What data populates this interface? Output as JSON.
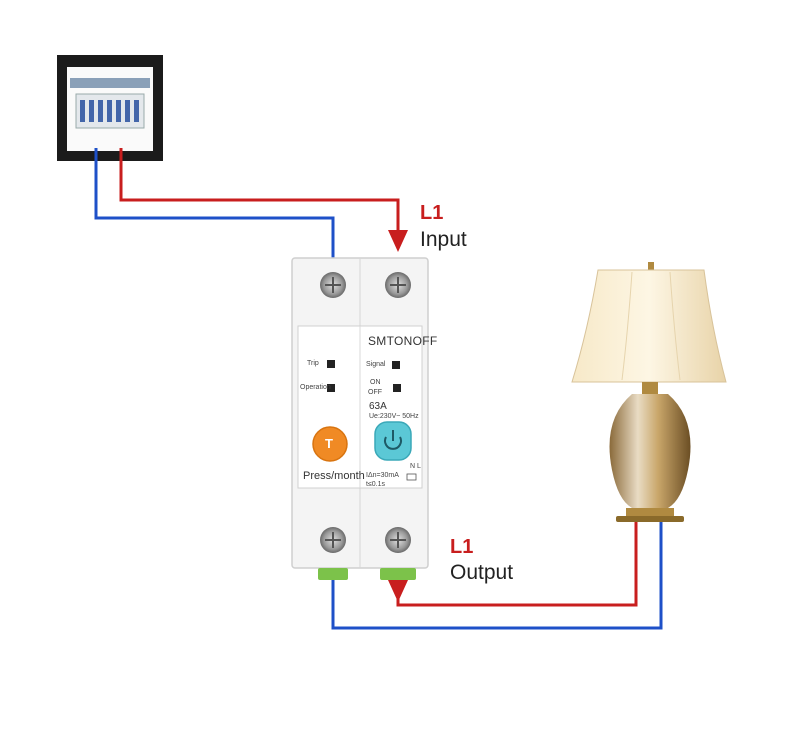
{
  "labels": {
    "input_line": "L1",
    "input_text": "Input",
    "output_line": "L1",
    "output_text": "Output"
  },
  "device": {
    "brand": "SMTONOFF",
    "trip": "Trip",
    "operation": "Operation",
    "signal": "Signal",
    "on": "ON",
    "off": "OFF",
    "rating": "63A",
    "voltage": "Ue:230V~ 50Hz",
    "test_button": "T",
    "press_note": "Press/month",
    "leakage": "IΔn=30mA",
    "time": "t≤0.1s",
    "terminal_n": "N",
    "terminal_l": "L"
  },
  "colors": {
    "live_wire": "#c81e1e",
    "neutral_wire": "#1e50c8",
    "test_button": "#f08a24",
    "power_button": "#5bc8d6"
  },
  "icons": [
    "distribution-box-icon",
    "table-lamp-icon",
    "power-icon",
    "arrow-down-icon"
  ]
}
